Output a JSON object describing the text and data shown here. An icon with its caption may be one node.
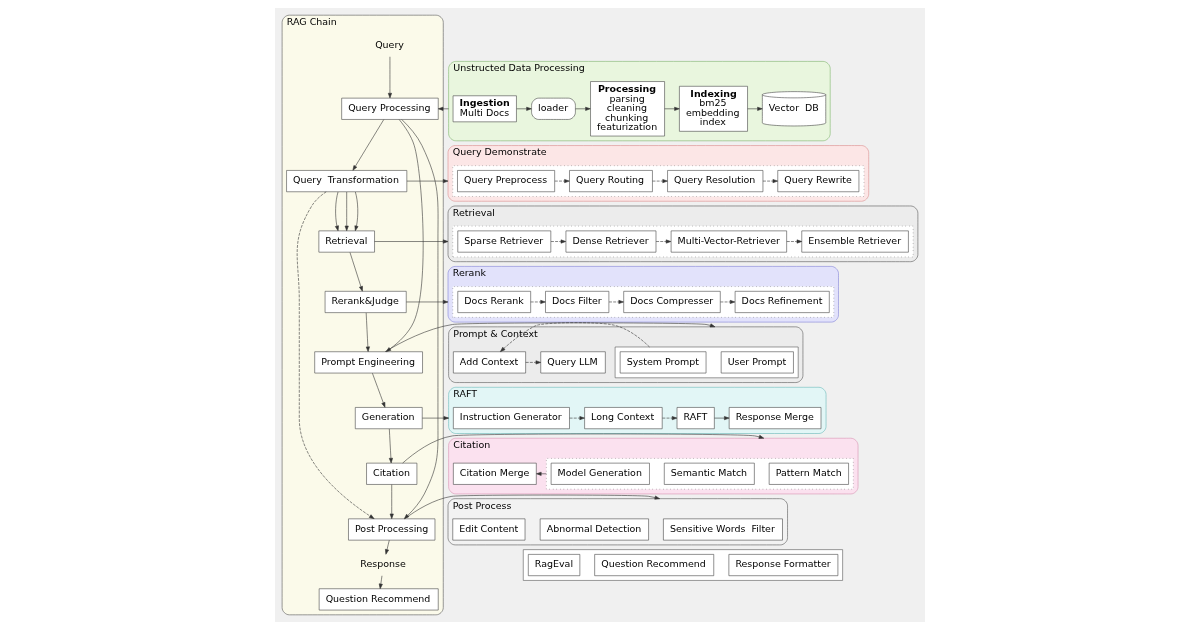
{
  "diagram": {
    "nodes": [
      {
        "text": [
          "RAG Chain"
        ]
      },
      {
        "text": [
          "Query"
        ],
        "in": 0
      },
      {
        "text": [
          "Query Processing"
        ],
        "in": 0
      },
      {
        "text": [
          "Query  Transformation"
        ],
        "in": 0
      },
      {
        "text": [
          "Retrieval"
        ],
        "in": 0
      },
      {
        "text": [
          "Rerank&Judge"
        ],
        "in": 0
      },
      {
        "text": [
          "Prompt Engineering"
        ],
        "in": 0
      },
      {
        "text": [
          "Generation"
        ],
        "in": 0
      },
      {
        "text": [
          "Citation"
        ],
        "in": 0
      },
      {
        "text": [
          "Post Processing"
        ],
        "in": 0
      },
      {
        "text": [
          "Response"
        ],
        "in": 0
      },
      {
        "text": [
          "Question Recommend"
        ],
        "in": 0
      },
      {
        "text": [
          "Unstructed Data Processing"
        ]
      },
      {
        "text": [
          "Ingestion",
          "Multi Docs"
        ],
        "in": 12
      },
      {
        "text": [
          "loader"
        ],
        "in": 12
      },
      {
        "text": [
          "Processing",
          "parsing",
          "cleaning",
          "chunking",
          "featurization"
        ],
        "in": 12
      },
      {
        "text": [
          "Indexing",
          "bm25",
          "embedding",
          "index"
        ],
        "in": 12
      },
      {
        "text": [
          "Vector  DB"
        ],
        "in": 12
      },
      {
        "text": [
          "Query Demonstrate"
        ]
      },
      {
        "text": [],
        "shape": "box",
        "in": 18
      },
      {
        "text": [
          "Query Preprocess"
        ],
        "in": 19
      },
      {
        "text": [
          "Query Routing"
        ],
        "in": 19
      },
      {
        "text": [
          "Query Resolution"
        ],
        "in": 19
      },
      {
        "text": [
          "Query Rewrite"
        ],
        "in": 19
      },
      {
        "text": [
          "Retrieval"
        ]
      },
      {
        "text": [],
        "shape": "box",
        "in": 24
      },
      {
        "text": [
          "Sparse Retriever"
        ],
        "in": 25
      },
      {
        "text": [
          "Dense Retriever"
        ],
        "in": 25
      },
      {
        "text": [
          "Multi-Vector-Retriever"
        ],
        "in": 25
      },
      {
        "text": [
          "Ensemble Retriever"
        ],
        "in": 25
      },
      {
        "text": [
          "Rerank"
        ]
      },
      {
        "text": [],
        "shape": "box",
        "in": 30
      },
      {
        "text": [
          "Docs Rerank"
        ],
        "in": 31
      },
      {
        "text": [
          "Docs Filter"
        ],
        "in": 31
      },
      {
        "text": [
          "Docs Compresser"
        ],
        "in": 31
      },
      {
        "text": [
          "Docs Refinement"
        ],
        "in": 31
      },
      {
        "text": [
          "Prompt & Context"
        ]
      },
      {
        "text": [],
        "shape": "box",
        "in": 36
      },
      {
        "text": [
          "User Prompt"
        ],
        "in": 37
      },
      {
        "text": [
          "System Prompt"
        ],
        "in": 37
      },
      {
        "text": [
          "Add Context"
        ],
        "in": 36
      },
      {
        "text": [
          "Query LLM"
        ],
        "in": 36
      },
      {
        "text": [
          "RAFT"
        ]
      },
      {
        "text": [
          "Instruction Generator"
        ],
        "in": 42
      },
      {
        "text": [
          "Long Context"
        ],
        "in": 42
      },
      {
        "text": [
          "RAFT"
        ],
        "in": 42
      },
      {
        "text": [
          "Response Merge"
        ],
        "in": 42
      },
      {
        "text": [
          "Citation"
        ]
      },
      {
        "text": [],
        "shape": "box",
        "in": 47
      },
      {
        "text": [
          "Pattern Match"
        ],
        "in": 48
      },
      {
        "text": [
          "Semantic Match"
        ],
        "in": 48
      },
      {
        "text": [
          "Model Generation"
        ],
        "in": 48
      },
      {
        "text": [
          "Citation Merge"
        ],
        "in": 47
      },
      {
        "text": [
          "Post Process"
        ]
      },
      {
        "text": [
          "Sensitive Words  Filter"
        ],
        "in": 53
      },
      {
        "text": [
          "Abnormal Detection"
        ],
        "in": 53
      },
      {
        "text": [
          "Edit Content"
        ],
        "in": 53
      },
      {
        "text": [],
        "shape": "box"
      },
      {
        "text": [
          "Response Formatter"
        ],
        "in": 57
      },
      {
        "text": [
          "Question Recommend"
        ],
        "in": 57
      },
      {
        "text": [
          "RagEval"
        ],
        "in": 57
      }
    ],
    "edges": [
      {
        "from": 1,
        "to": 2,
        "arrow": "to"
      },
      {
        "from": 2,
        "to": 3,
        "arrow": "to"
      },
      {
        "from": 3,
        "to": 4,
        "arrow": "to"
      },
      {
        "from": 3,
        "to": 4,
        "arrow": "to"
      },
      {
        "from": 3,
        "to": 4,
        "arrow": "to"
      },
      {
        "from": 4,
        "to": 5,
        "arrow": "to"
      },
      {
        "from": 5,
        "to": 6,
        "arrow": "to"
      },
      {
        "from": 6,
        "to": 7,
        "arrow": "to"
      },
      {
        "from": 7,
        "to": 8,
        "arrow": "to"
      },
      {
        "from": 8,
        "to": 9,
        "arrow": "to"
      },
      {
        "from": 9,
        "to": 10,
        "arrow": "to"
      },
      {
        "from": 10,
        "to": 11,
        "arrow": "to"
      },
      {
        "from": 2,
        "to": 6,
        "arrow": "to"
      },
      {
        "from": 2,
        "to": 9,
        "arrow": "to"
      },
      {
        "from": 3,
        "to": 9,
        "arrow": "to",
        "style": "dashed"
      },
      {
        "from": 12,
        "to": 2,
        "arrow": "to"
      },
      {
        "from": 13,
        "to": 14,
        "arrow": "to"
      },
      {
        "from": 14,
        "to": 15,
        "arrow": "to"
      },
      {
        "from": 15,
        "to": 16,
        "arrow": "to"
      },
      {
        "from": 16,
        "to": 17,
        "arrow": "to"
      },
      {
        "from": 3,
        "to": 18,
        "arrow": "to"
      },
      {
        "from": 20,
        "to": 21,
        "arrow": "to",
        "style": "dashed"
      },
      {
        "from": 21,
        "to": 22,
        "arrow": "to",
        "style": "dashed"
      },
      {
        "from": 22,
        "to": 23,
        "arrow": "to",
        "style": "dashed"
      },
      {
        "from": 4,
        "to": 24,
        "arrow": "to"
      },
      {
        "from": 26,
        "to": 27,
        "arrow": "to",
        "style": "dashed"
      },
      {
        "from": 27,
        "to": 28,
        "arrow": "to",
        "style": "dashed"
      },
      {
        "from": 28,
        "to": 29,
        "arrow": "to",
        "style": "dashed"
      },
      {
        "from": 5,
        "to": 30,
        "arrow": "to"
      },
      {
        "from": 32,
        "to": 33,
        "arrow": "to",
        "style": "dashed"
      },
      {
        "from": 33,
        "to": 34,
        "arrow": "to",
        "style": "dashed"
      },
      {
        "from": 34,
        "to": 35,
        "arrow": "to",
        "style": "dashed"
      },
      {
        "from": 6,
        "to": 36,
        "arrow": "to"
      },
      {
        "from": 37,
        "to": 40,
        "arrow": "to",
        "style": "dashed"
      },
      {
        "from": 40,
        "to": 41,
        "arrow": "to",
        "style": "dashed"
      },
      {
        "from": 7,
        "to": 42,
        "arrow": "to"
      },
      {
        "from": 43,
        "to": 44,
        "arrow": "to",
        "style": "dashed"
      },
      {
        "from": 44,
        "to": 45,
        "arrow": "to",
        "style": "dashed"
      },
      {
        "from": 45,
        "to": 46,
        "arrow": "to"
      },
      {
        "from": 8,
        "to": 47,
        "arrow": "to"
      },
      {
        "from": 48,
        "to": 52,
        "arrow": "to"
      },
      {
        "from": 9,
        "to": 53,
        "arrow": "to"
      }
    ]
  }
}
